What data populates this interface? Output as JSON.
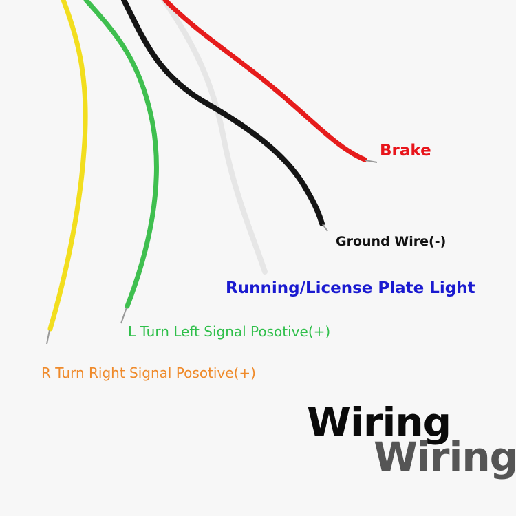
{
  "labels": {
    "brake": {
      "text": "Brake",
      "color": "#e8151b"
    },
    "ground": {
      "text": "Ground Wire(-)",
      "color": "#111111"
    },
    "running": {
      "text": "Running/License Plate Light",
      "color": "#1a1ad0"
    },
    "left_turn": {
      "text": "L Turn Left Signal Posotive(+)",
      "color": "#2fbf4a"
    },
    "right_turn": {
      "text": "R Turn Right Signal Posotive(+)",
      "color": "#ef8a2a"
    }
  },
  "title": {
    "primary": "Wiring",
    "shadow": "Wiring",
    "primary_color": "#0a0a0a",
    "shadow_color": "#555555"
  },
  "wires": [
    {
      "name": "yellow",
      "color": "#f2de1e"
    },
    {
      "name": "green",
      "color": "#3fbf4f"
    },
    {
      "name": "black",
      "color": "#151515"
    },
    {
      "name": "white",
      "color": "#e6e6e6"
    },
    {
      "name": "red",
      "color": "#e61c1c"
    }
  ]
}
